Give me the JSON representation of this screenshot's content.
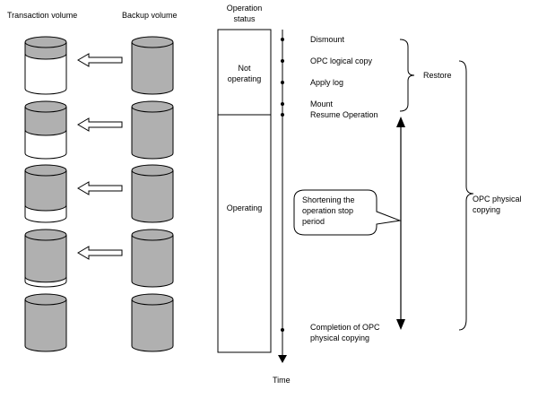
{
  "headers": {
    "transaction_volume": "Transaction volume",
    "backup_volume": "Backup volume",
    "operation_status_line1": "Operation",
    "operation_status_line2": "status"
  },
  "status": {
    "not_operating_line1": "Not",
    "not_operating_line2": "operating",
    "operating": "Operating"
  },
  "timeline": {
    "events": {
      "dismount": "Dismount",
      "opc_logical_copy": "OPC logical copy",
      "apply_log": "Apply log",
      "mount": "Mount",
      "resume_operation": "Resume Operation",
      "completion_line1": "Completion of OPC",
      "completion_line2": "physical copying"
    },
    "axis_label": "Time"
  },
  "braces": {
    "restore": "Restore",
    "opc_physical_line1": "OPC physical",
    "opc_physical_line2": "copying"
  },
  "callout": {
    "line1": "Shortening the",
    "line2": "operation stop",
    "line3": "period"
  },
  "volume_rows": [
    {
      "transaction_fill": 0.25,
      "arrow": true
    },
    {
      "transaction_fill": 0.5,
      "arrow": true
    },
    {
      "transaction_fill": 0.75,
      "arrow": true
    },
    {
      "transaction_fill": 0.9,
      "arrow": true
    },
    {
      "transaction_fill": 1.0,
      "arrow": false
    }
  ],
  "colors": {
    "disk_gray": "#b0b0b0",
    "line": "#000000",
    "background": "#ffffff"
  }
}
